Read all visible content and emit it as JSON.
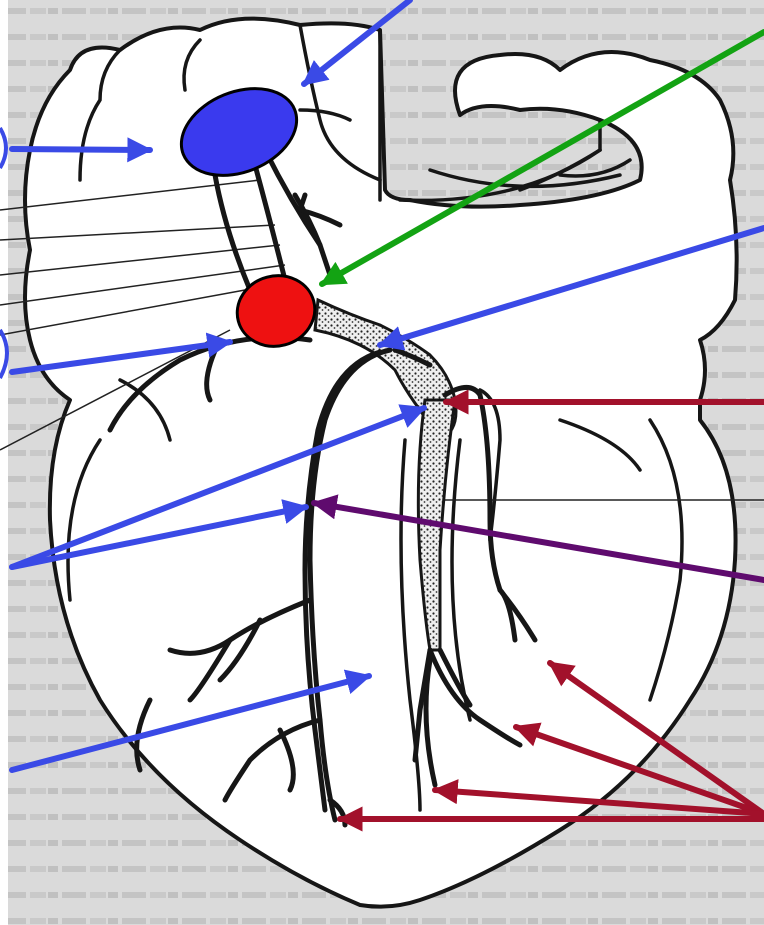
{
  "diagram": {
    "description_visible_text": "",
    "colors": {
      "page_bg": "#ffffff",
      "text_bg": "#d8d8d8",
      "outline": "#161616",
      "sa_node": "#3a3aee",
      "av_node": "#ee1111",
      "arrow_blue": "#3a4ae6",
      "arrow_green": "#13a313",
      "arrow_darkred": "#a2112b",
      "arrow_purple": "#5f0b6e",
      "bundle_fill": "#8a8a8a"
    },
    "elements": [
      {
        "id": "sa-node",
        "shape": "ellipse",
        "color": "sa_node"
      },
      {
        "id": "av-node",
        "shape": "ellipse",
        "color": "av_node"
      },
      {
        "id": "his-bundle",
        "shape": "stippled-trunk"
      },
      {
        "id": "left-bundle-branch",
        "shape": "stippled-branch"
      },
      {
        "id": "right-bundle-branch",
        "shape": "line"
      },
      {
        "id": "purkinje-fibers",
        "shape": "branching-lines"
      }
    ],
    "arrows": [
      {
        "id": "arrow-to-sa-from-top",
        "color": "arrow_blue"
      },
      {
        "id": "arrow-to-sa-from-left",
        "color": "arrow_blue"
      },
      {
        "id": "arrow-to-av-green",
        "color": "arrow_green"
      },
      {
        "id": "arrow-to-av-from-left",
        "color": "arrow_blue"
      },
      {
        "id": "arrow-to-his-bundle",
        "color": "arrow_blue"
      },
      {
        "id": "arrow-to-bundle-bifurcation",
        "color": "arrow_darkred"
      },
      {
        "id": "arrow-to-left-branch-lower",
        "color": "arrow_blue"
      },
      {
        "id": "arrow-to-left-branch-upper",
        "color": "arrow_blue"
      },
      {
        "id": "arrow-to-right-branch",
        "color": "arrow_purple"
      },
      {
        "id": "arrow-to-septum",
        "color": "arrow_blue"
      },
      {
        "id": "arrow-to-purkinje-1",
        "color": "arrow_darkred"
      },
      {
        "id": "arrow-to-purkinje-2",
        "color": "arrow_darkred"
      },
      {
        "id": "arrow-to-purkinje-3",
        "color": "arrow_darkred"
      },
      {
        "id": "arrow-to-purkinje-4",
        "color": "arrow_darkred"
      }
    ]
  }
}
